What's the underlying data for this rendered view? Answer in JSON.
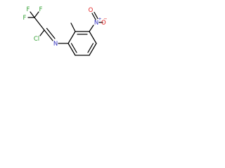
{
  "diagram": {
    "kind": "chemical-structure",
    "colors": {
      "bond": "#000000",
      "fluorine": "#32a032",
      "chlorine": "#32a032",
      "nitrogen": "#2f2fbe",
      "oxygen": "#e02020"
    },
    "atoms": {
      "f_top_left": "F",
      "f_top_right": "F",
      "f_left": "F",
      "cl": "Cl",
      "imine_n": "N",
      "nitro_n": "N",
      "nitro_n_charge": "+",
      "nitro_o_top": "O",
      "nitro_o_minus": "O",
      "nitro_o_charge": "−"
    }
  }
}
